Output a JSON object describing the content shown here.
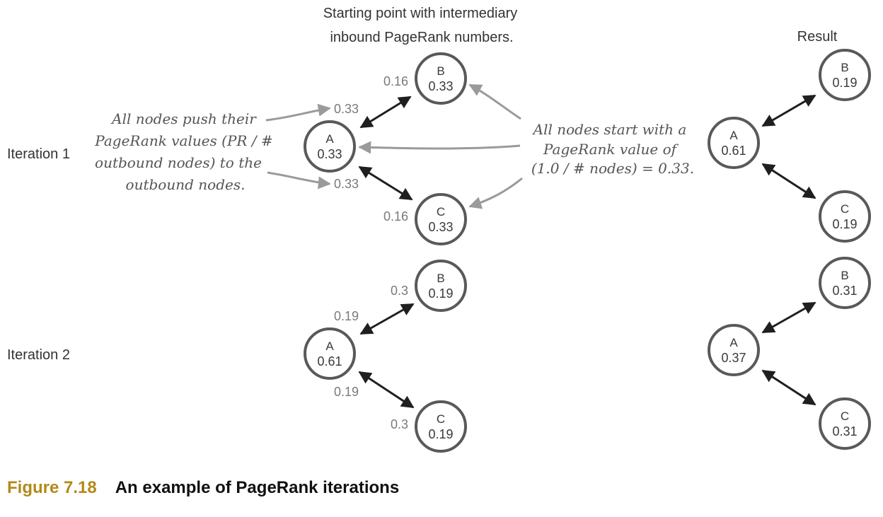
{
  "labels": {
    "starting_line1": "Starting point with intermediary",
    "starting_line2": "inbound PageRank numbers.",
    "result": "Result",
    "iteration1": "Iteration 1",
    "iteration2": "Iteration 2"
  },
  "annotations": {
    "push_line1": "All nodes push their",
    "push_line2": "PageRank values (PR / #",
    "push_line3": "outbound nodes) to the",
    "push_line4": "outbound nodes.",
    "start_line1": "All nodes start with a",
    "start_line2": "PageRank value of",
    "start_line3": "(1.0 / # nodes) = 0.33."
  },
  "iteration1": {
    "start": {
      "A": {
        "name": "A",
        "value": "0.33"
      },
      "B": {
        "name": "B",
        "value": "0.33"
      },
      "C": {
        "name": "C",
        "value": "0.33"
      },
      "inbound_B": "0.16",
      "inbound_C": "0.16",
      "inbound_A_top": "0.33",
      "inbound_A_bottom": "0.33"
    },
    "result": {
      "A": {
        "name": "A",
        "value": "0.61"
      },
      "B": {
        "name": "B",
        "value": "0.19"
      },
      "C": {
        "name": "C",
        "value": "0.19"
      }
    }
  },
  "iteration2": {
    "start": {
      "A": {
        "name": "A",
        "value": "0.61"
      },
      "B": {
        "name": "B",
        "value": "0.19"
      },
      "C": {
        "name": "C",
        "value": "0.19"
      },
      "inbound_B": "0.3",
      "inbound_C": "0.3",
      "inbound_A_top": "0.19",
      "inbound_A_bottom": "0.19"
    },
    "result": {
      "A": {
        "name": "A",
        "value": "0.37"
      },
      "B": {
        "name": "B",
        "value": "0.31"
      },
      "C": {
        "name": "C",
        "value": "0.31"
      }
    }
  },
  "caption": {
    "number": "Figure 7.18",
    "title": "An example of PageRank iterations"
  }
}
